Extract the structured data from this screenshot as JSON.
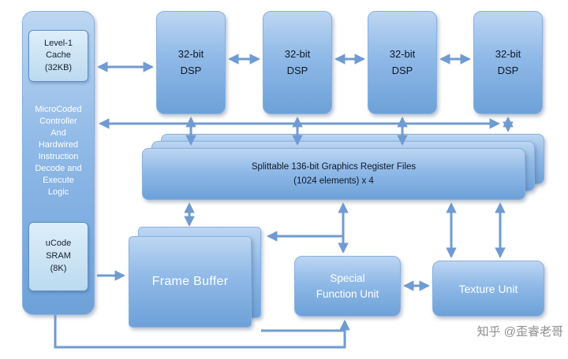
{
  "colors": {
    "box_gradient_top": "#bdd6f2",
    "box_gradient_bottom": "#6da1d8",
    "box_border": "#89b0de",
    "inner_box_fill": "#cde3f5",
    "inner_box_border": "#5d8fc4",
    "arrow": "#6f9bd2",
    "dark_text": "#101826",
    "light_text": "#ffffff",
    "watermark_text": "#8e8e8e",
    "background": "#ffffff"
  },
  "controller_panel": {
    "cache_label": "Level-1\nCache\n(32KB)",
    "body_label": "MicroCoded\nController\nAnd\nHardwired\nInstruction\nDecode and\nExecute\nLogic",
    "sram_label": "uCode\nSRAM\n(8K)"
  },
  "dsps": [
    {
      "label": "32-bit\nDSP"
    },
    {
      "label": "32-bit\nDSP"
    },
    {
      "label": "32-bit\nDSP"
    },
    {
      "label": "32-bit\nDSP"
    }
  ],
  "register_file": {
    "label": "Splittable 136-bit Graphics Register Files\n(1024 elements) x 4"
  },
  "frame_buffer": {
    "label": "Frame Buffer"
  },
  "special_function_unit": {
    "label": "Special\nFunction Unit"
  },
  "texture_unit": {
    "label": "Texture Unit"
  },
  "watermark": {
    "label": "知乎 @歪睿老哥"
  }
}
